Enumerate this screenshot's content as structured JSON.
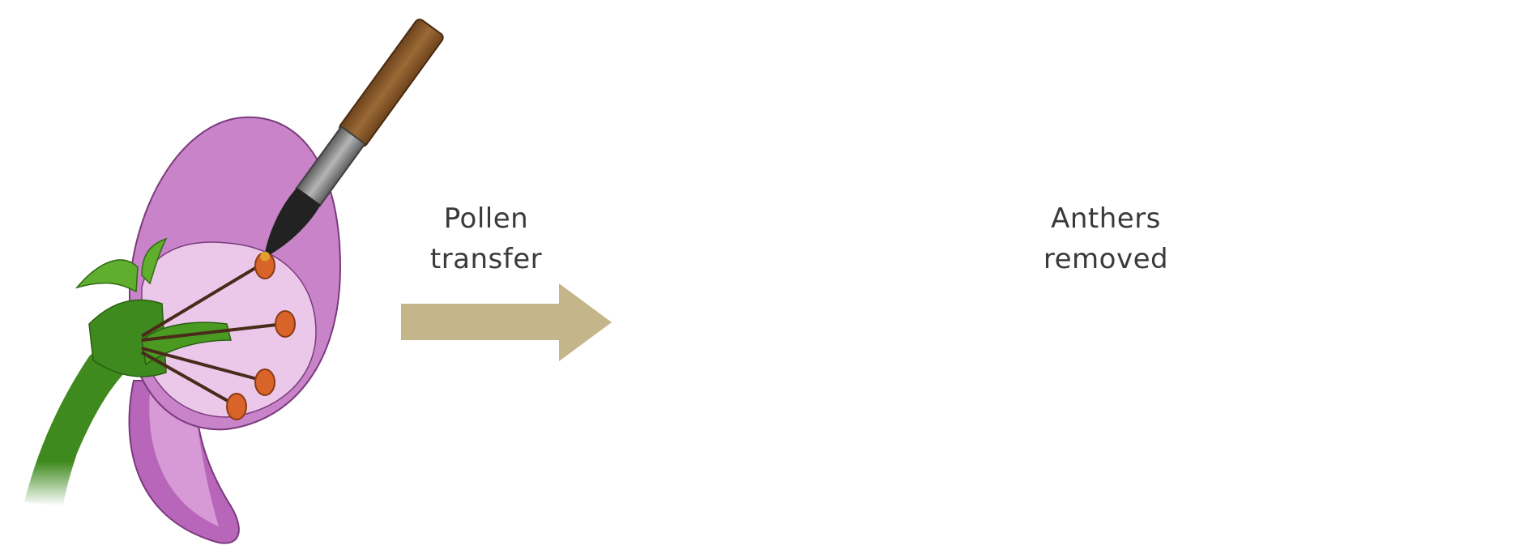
{
  "labels": {
    "pollen_transfer": {
      "line1": "Pollen",
      "line2": "transfer"
    },
    "anthers_removed": {
      "line1": "Anthers",
      "line2": "removed"
    }
  },
  "colors": {
    "petal_outer": "#c983c9",
    "petal_inner": "#e8c2e8",
    "petal_dark": "#a455a8",
    "stem": "#3f8a1e",
    "stem_light": "#5fae2e",
    "anther": "#d8642a",
    "filament": "#4a2a1a",
    "brush_handle": "#8b5a2b",
    "brush_ferrule": "#8c8c8c",
    "brush_tip": "#222222",
    "arrow": "#c4b68a",
    "scissors": "#b9b9b9"
  },
  "icons": [
    "flower-with-brush",
    "pollen-transfer-arrow",
    "flower-receiving-pollen",
    "anthers-removed-arrow",
    "flower-with-scissors"
  ]
}
